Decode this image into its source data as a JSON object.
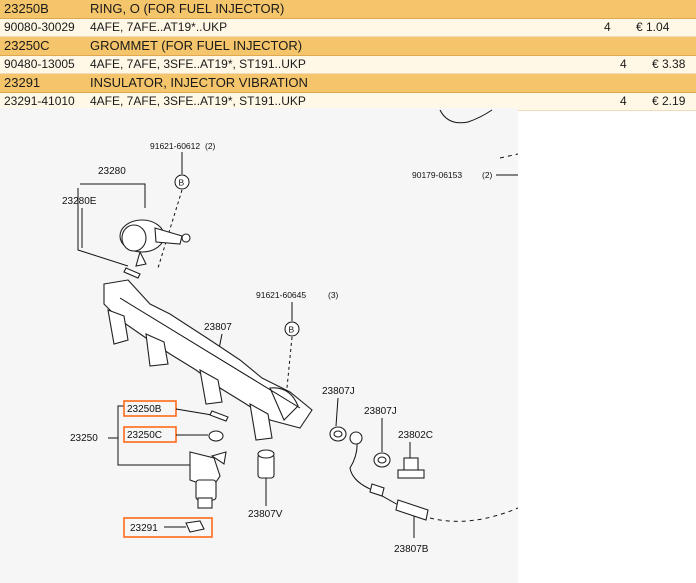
{
  "parts": [
    {
      "code": "23250B",
      "title": "RING, O (FOR FUEL INJECTOR)",
      "number": "90080-30029",
      "applicability": "4AFE, 7AFE..AT19*..UKP",
      "qty": "4",
      "price": "€ 1.04"
    },
    {
      "code": "23250C",
      "title": "GROMMET (FOR FUEL INJECTOR)",
      "number": "90480-13005",
      "applicability": "4AFE, 7AFE, 3SFE..AT19*, ST191..UKP",
      "qty": "4",
      "price": "€ 3.38"
    },
    {
      "code": "23291",
      "title": "INSULATOR, INJECTOR VIBRATION",
      "number": "23291-41010",
      "applicability": "4AFE, 7AFE, 3SFE..AT19*, ST191..UKP",
      "qty": "4",
      "price": "€ 2.19"
    }
  ],
  "diagram": {
    "labels": {
      "l_91621_60612": "91621-60612",
      "l_q2a": "(2)",
      "l_23280": "23280",
      "l_23280e": "23280E",
      "l_90179": "90179-06153",
      "l_q2b": "(2)",
      "l_91621_60645": "91621-60645",
      "l_q3": "(3)",
      "l_23807": "23807",
      "l_23807j_a": "23807J",
      "l_23807j_b": "23807J",
      "l_23802c": "23802C",
      "l_23250": "23250",
      "l_23250b": "23250B",
      "l_23250c": "23250C",
      "l_23807v": "23807V",
      "l_23291": "23291",
      "l_23807b": "23807B",
      "b1": "B",
      "b2": "B"
    }
  }
}
